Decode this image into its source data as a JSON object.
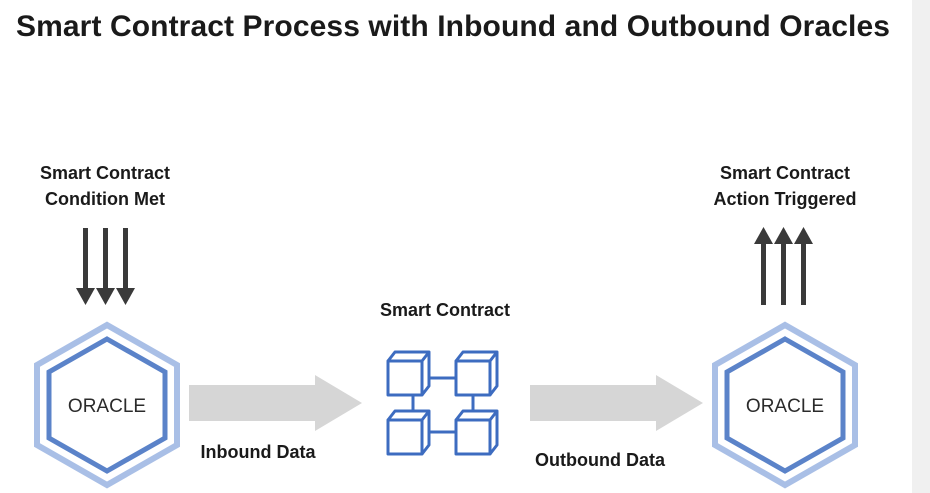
{
  "title": "Smart Contract Process with Inbound and Outbound Oracles",
  "left_node": {
    "caption_line1": "Smart Contract",
    "caption_line2": "Condition Met",
    "oracle_label": "ORACLE"
  },
  "inbound_label": "Inbound Data",
  "center_node": {
    "caption": "Smart Contract"
  },
  "outbound_label": "Outbound Data",
  "right_node": {
    "caption_line1": "Smart Contract",
    "caption_line2": "Action Triggered",
    "oracle_label": "ORACLE"
  },
  "colors": {
    "hexagon_outer": "#a9bfe6",
    "hexagon_inner": "#5b83c9",
    "block": "#3d6cc0",
    "flow_arrow": "#d6d6d6",
    "signal_arrow": "#3a3a3a"
  },
  "icons": [
    "arrow-down-icon",
    "arrow-up-icon",
    "hexagon-icon",
    "blockchain-icon",
    "arrow-right-icon"
  ]
}
